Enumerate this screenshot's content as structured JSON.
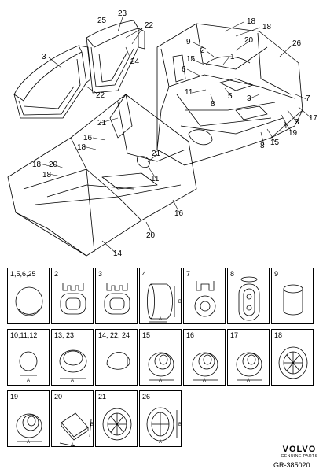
{
  "diagram": {
    "callouts": {
      "c23": "23",
      "c25": "25",
      "c22a": "22",
      "c22b": "22",
      "c24": "24",
      "c3a": "3",
      "c18a": "18",
      "c18b": "18",
      "c9": "9",
      "c2": "2",
      "c20a": "20",
      "c26": "26",
      "c15a": "15",
      "c1": "1",
      "c6": "6",
      "c11a": "11",
      "c8a": "8",
      "c5": "5",
      "c3b": "3",
      "c7": "7",
      "c4": "4",
      "c3c": "3",
      "c17": "17",
      "c19": "19",
      "c8b": "8",
      "c15b": "15",
      "c21a": "21",
      "c16a": "16",
      "c18c": "18",
      "c18d": "18",
      "c20b": "20",
      "c18e": "18",
      "c21b": "21",
      "c11b": "11",
      "c16b": "16",
      "c20c": "20",
      "c14": "14"
    }
  },
  "parts": [
    {
      "label": "1,5,6,25",
      "icon": "flat-round-plug"
    },
    {
      "label": "2",
      "icon": "oval-grommet-clip"
    },
    {
      "label": "3",
      "icon": "oval-grommet-clip"
    },
    {
      "label": "4",
      "icon": "oval-plug",
      "dims": {
        "a": "A",
        "b": "B"
      }
    },
    {
      "label": "7",
      "icon": "ring-grommet-clip"
    },
    {
      "label": "8",
      "icon": "elongated-plug"
    },
    {
      "label": "9",
      "icon": "cylinder-plug"
    },
    {
      "label": "10,11,12",
      "icon": "small-round-plug",
      "dims": {
        "a": "A"
      }
    },
    {
      "label": "13, 23",
      "icon": "domed-plug",
      "dims": {
        "a": "A"
      }
    },
    {
      "label": "14, 22, 24",
      "icon": "cap-plug"
    },
    {
      "label": "15",
      "icon": "stepped-plug",
      "dims": {
        "a": "A"
      }
    },
    {
      "label": "16",
      "icon": "stepped-plug",
      "dims": {
        "a": "A"
      }
    },
    {
      "label": "17",
      "icon": "stepped-plug",
      "dims": {
        "a": "A"
      }
    },
    {
      "label": "18",
      "icon": "ribbed-plug"
    },
    {
      "label": "19",
      "icon": "stepped-plug",
      "dims": {
        "a": "A"
      }
    },
    {
      "label": "20",
      "icon": "square-pad",
      "dims": {
        "a": "A",
        "b": "B"
      }
    },
    {
      "label": "21",
      "icon": "ribbed-plug"
    },
    {
      "label": "26",
      "icon": "oval-ribbed-plug",
      "dims": {
        "a": "A",
        "b": "B"
      }
    }
  ],
  "brand": {
    "name": "VOLVO",
    "sub": "GENUINE PARTS"
  },
  "reference": "GR-385020"
}
